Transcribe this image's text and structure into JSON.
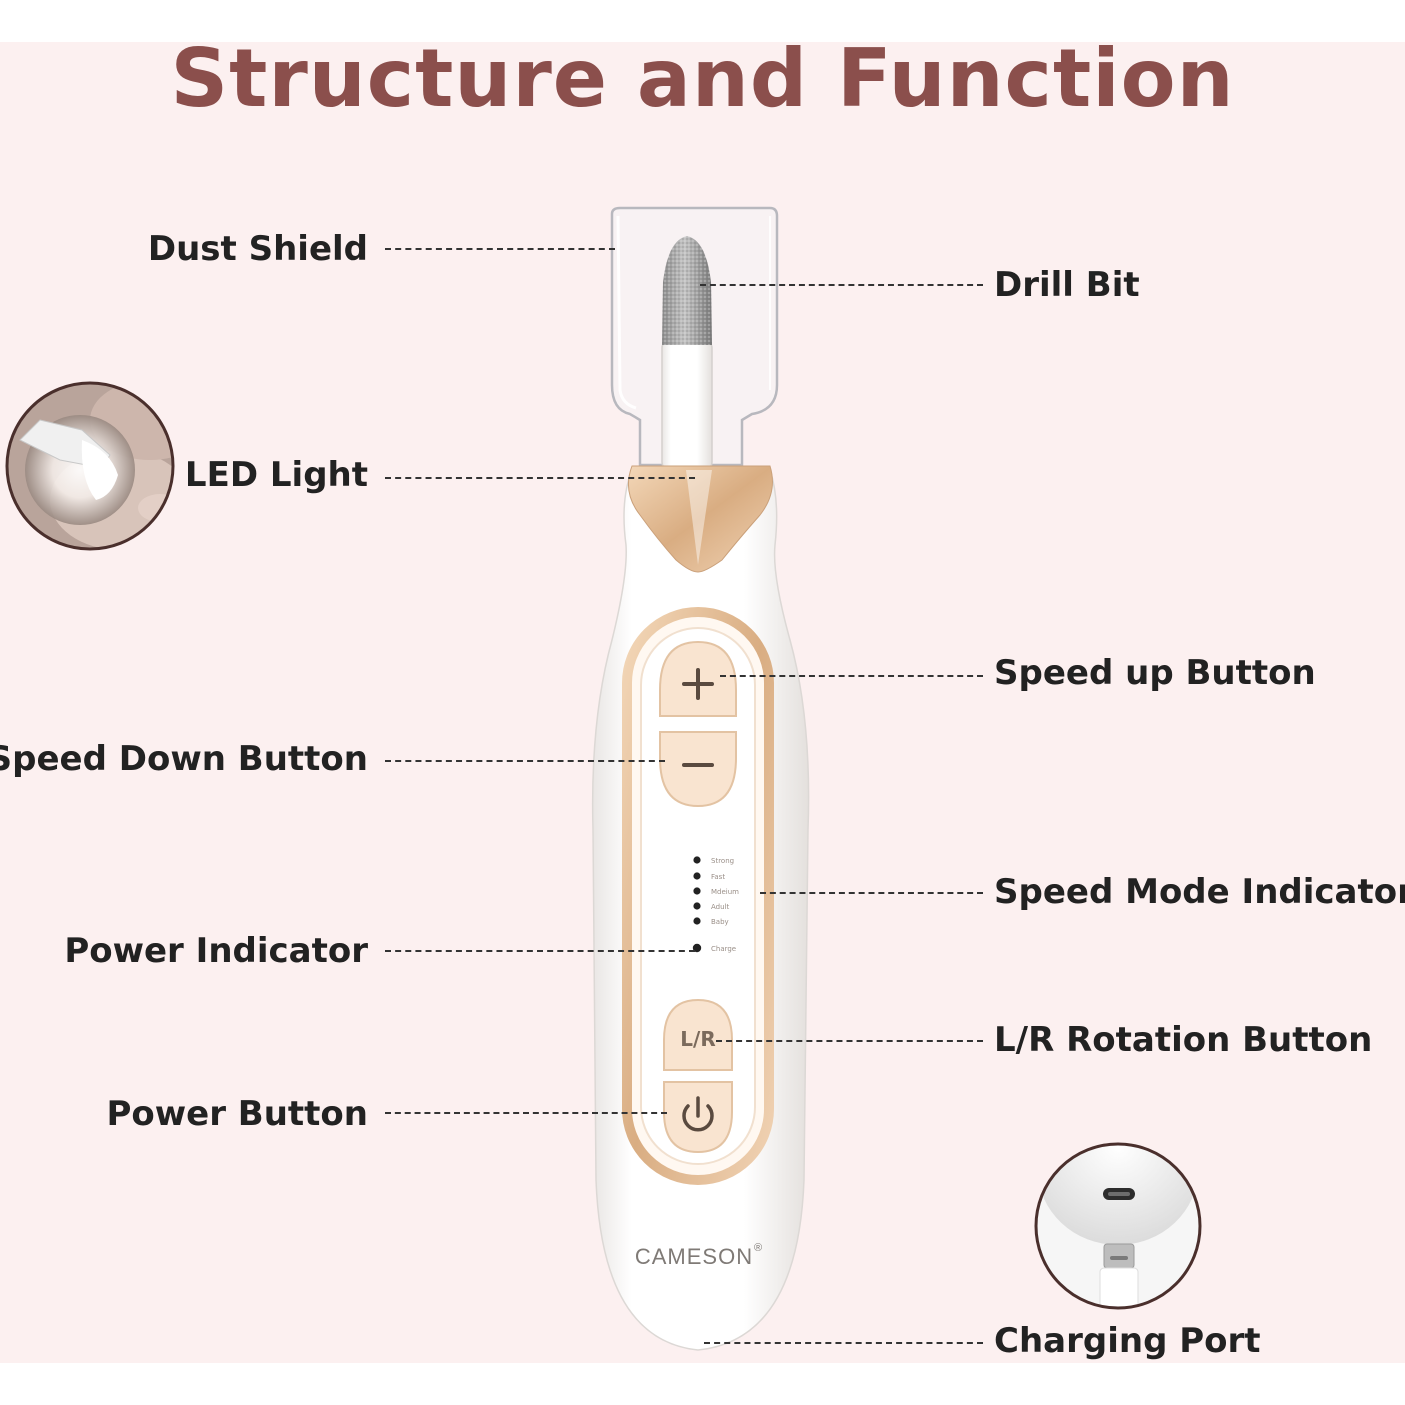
{
  "title": "Structure and Function",
  "labels": {
    "dust_shield": "Dust Shield",
    "drill_bit": "Drill Bit",
    "led_light": "LED Light",
    "speed_up_button": "Speed up Button",
    "speed_down_button": "Speed Down Button",
    "speed_mode_indicator": "Speed Mode Indicator",
    "power_indicator": "Power Indicator",
    "lr_rotation_button": "L/R Rotation Button",
    "power_button": "Power Button",
    "charging_port": "Charging Port"
  },
  "device": {
    "brand": "CAMESON",
    "brand_mark": "®",
    "speed_modes": [
      "Strong",
      "Fast",
      "Mdeium",
      "Adult",
      "Baby"
    ],
    "charge_label": "Charge",
    "lr_button_text": "L/R",
    "plus_symbol": "+",
    "minus_symbol": "−"
  },
  "colors": {
    "title": "#8b4f4c",
    "background": "#fcf0f0",
    "label_text": "#222222",
    "gold_accent": "#d9b38f",
    "body_white": "#ffffff"
  },
  "icons": {
    "power_button": "power-icon",
    "charging_port": "usb-c-icon"
  }
}
